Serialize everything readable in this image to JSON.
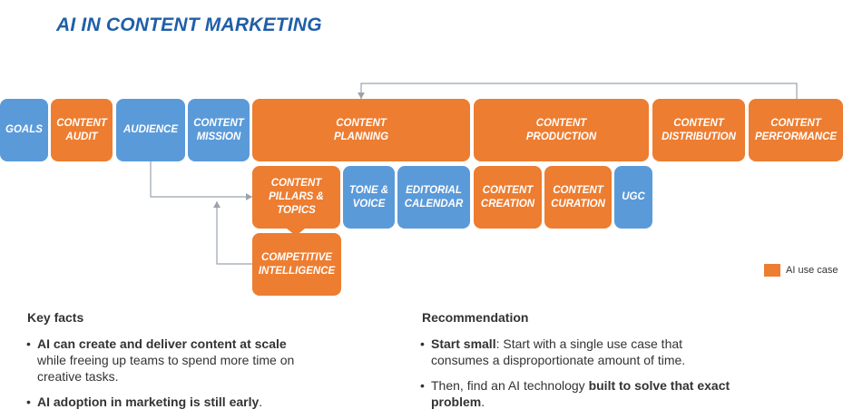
{
  "title": "AI IN CONTENT MARKETING",
  "colors": {
    "ai_use_case": "#ed7d31",
    "other": "#5b9ad9",
    "title": "#1f5fa8"
  },
  "flow": {
    "goals": "GOALS",
    "content_audit": "CONTENT\nAUDIT",
    "audience": "AUDIENCE",
    "content_mission": "CONTENT\nMISSION",
    "content_planning": "CONTENT\nPLANNING",
    "content_production": "CONTENT\nPRODUCTION",
    "content_distribution": "CONTENT\nDISTRIBUTION",
    "content_performance": "CONTENT\nPERFORMANCE",
    "content_pillars": "CONTENT\nPILLARS &\nTOPICS",
    "tone_voice": "TONE &\nVOICE",
    "editorial_calendar": "EDITORIAL\nCALENDAR",
    "content_creation": "CONTENT\nCREATION",
    "content_curation": "CONTENT\nCURATION",
    "ugc": "UGC",
    "competitive_intelligence": "COMPETITIVE\nINTELLIGENCE"
  },
  "legend": {
    "label": "AI use case"
  },
  "key_facts": {
    "heading": "Key facts",
    "item1_bold": "AI can create and deliver content at scale",
    "item1_rest": " while freeing up teams to spend more time on creative tasks.",
    "item2_bold": "AI adoption in marketing is still early",
    "item2_rest": "."
  },
  "recommendation": {
    "heading": "Recommendation",
    "item1_bold": "Start small",
    "item1_rest": ": Start with a single use case that consumes a disproportionate amount of time.",
    "item2_pre": "Then, find an AI technology ",
    "item2_bold": "built to solve that exact problem",
    "item2_rest": "."
  }
}
